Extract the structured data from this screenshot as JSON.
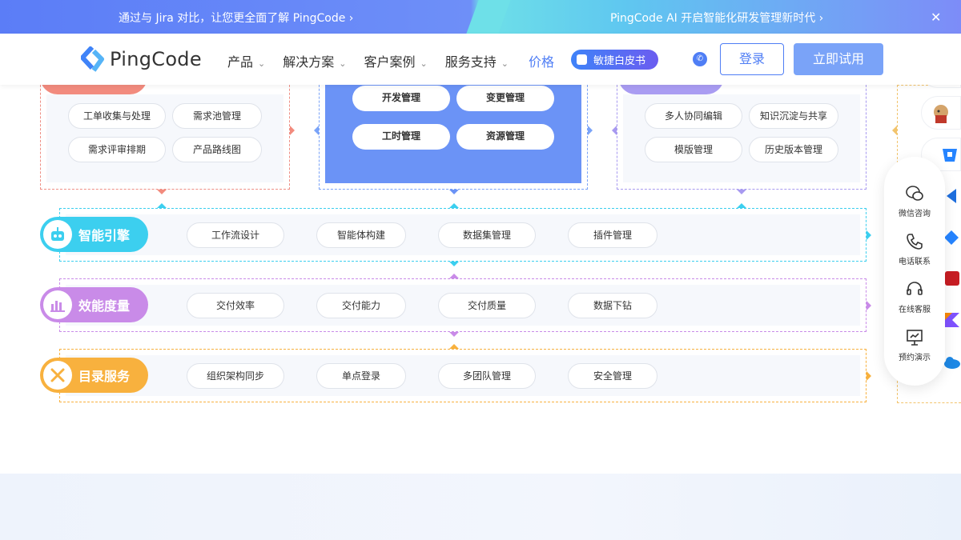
{
  "banner": {
    "left_text": "通过与 Jira 对比，让您更全面了解 PingCode ›",
    "right_text": "PingCode AI 开启智能化研发管理新时代 ›",
    "close_icon": "close-icon"
  },
  "nav": {
    "logo_text": "PingCode",
    "menu": [
      {
        "label": "产品"
      },
      {
        "label": "解决方案"
      },
      {
        "label": "客户案例"
      },
      {
        "label": "服务支持"
      }
    ],
    "price": "价格",
    "whitepaper": "敏捷白皮书",
    "login": "登录",
    "trial": "立即试用"
  },
  "modules": {
    "left_chips": [
      "工单收集与处理",
      "需求池管理",
      "需求评审排期",
      "产品路线图"
    ],
    "center_chips": [
      "开发管理",
      "变更管理",
      "工时管理",
      "资源管理"
    ],
    "right_chips": [
      "多人协同编辑",
      "知识沉淀与共享",
      "模版管理",
      "历史版本管理"
    ]
  },
  "rows": [
    {
      "label": "智能引擎",
      "icon": "robot-icon",
      "color": "#3ccfef",
      "chips": [
        "工作流设计",
        "智能体构建",
        "数据集管理",
        "插件管理"
      ]
    },
    {
      "label": "效能度量",
      "icon": "chart-bars-icon",
      "color": "#c98be8",
      "chips": [
        "交付效率",
        "交付能力",
        "交付质量",
        "数据下钻"
      ]
    },
    {
      "label": "目录服务",
      "icon": "tools-icon",
      "color": "#f8b13e",
      "chips": [
        "组织架构同步",
        "单点登录",
        "多团队管理",
        "安全管理"
      ]
    }
  ],
  "float": {
    "items": [
      {
        "label": "微信咨询",
        "icon": "wechat-icon"
      },
      {
        "label": "电话联系",
        "icon": "phone-icon"
      },
      {
        "label": "在线客服",
        "icon": "headset-icon"
      },
      {
        "label": "预约演示",
        "icon": "presentation-icon"
      }
    ]
  }
}
